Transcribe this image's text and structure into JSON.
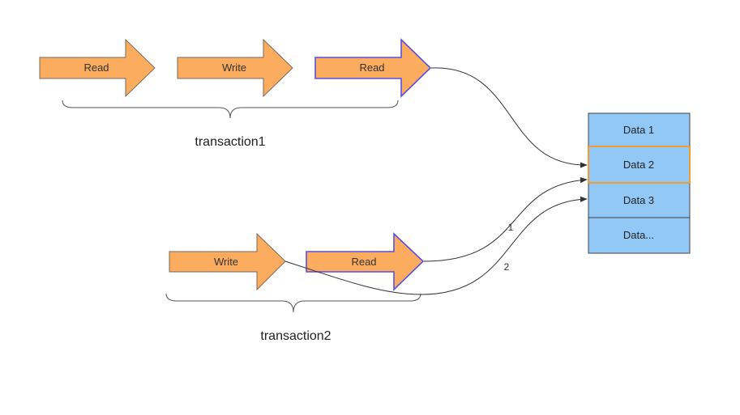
{
  "transaction1": {
    "label": "transaction1",
    "ops": [
      "Read",
      "Write",
      "Read"
    ]
  },
  "transaction2": {
    "label": "transaction2",
    "ops": [
      "Write",
      "Read"
    ]
  },
  "data_table": {
    "cells": [
      "Data 1",
      "Data 2",
      "Data 3",
      "Data..."
    ]
  },
  "edges": {
    "edge1_label": "1",
    "edge2_label": "2"
  },
  "colors": {
    "arrow_fill": "#FBAC5F",
    "arrow_stroke_normal": "#7A6A5A",
    "arrow_stroke_highlight": "#5B4FE0",
    "cell_fill": "#92C8F5",
    "cell_stroke": "#444444",
    "cell_highlight_stroke": "#F39C34",
    "line": "#333333"
  }
}
